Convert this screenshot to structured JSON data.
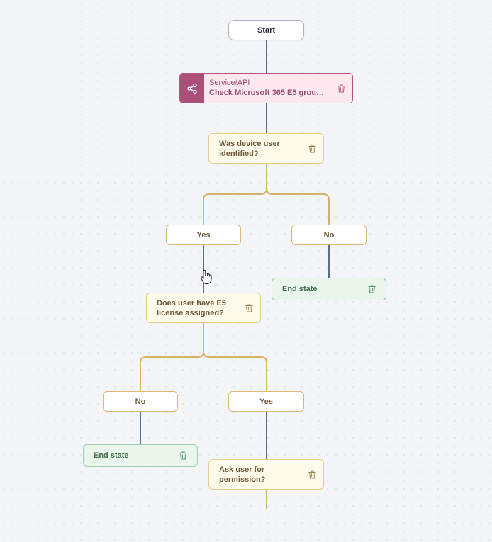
{
  "nodes": {
    "start": {
      "label": "Start"
    },
    "service": {
      "type": "Service/API",
      "label": "Check Microsoft 365 E5 group ..."
    },
    "decision_device": {
      "label": "Was device user identified?"
    },
    "choice_yes_1": {
      "label": "Yes"
    },
    "choice_no_1": {
      "label": "No"
    },
    "end_state_1": {
      "label": "End state"
    },
    "decision_license": {
      "label": "Does user have E5 license assigned?"
    },
    "choice_no_2": {
      "label": "No"
    },
    "choice_yes_2": {
      "label": "Yes"
    },
    "end_state_2": {
      "label": "End state"
    },
    "decision_permission": {
      "label": "Ask user for permission?"
    }
  },
  "icons": {
    "service": "share-nodes-icon",
    "delete": "trash-icon",
    "pointer": "hand-cursor-icon"
  },
  "colors": {
    "canvas": "#f4f5f9",
    "service_accent": "#a94f78",
    "service_fill": "#fce8ee",
    "decision_fill": "#fffbea",
    "decision_border": "#e6cc8e",
    "branch_line": "#d6b26a",
    "flow_line": "#5c6d8c",
    "end_fill": "#eaf5ec",
    "end_border": "#9fcdab"
  }
}
